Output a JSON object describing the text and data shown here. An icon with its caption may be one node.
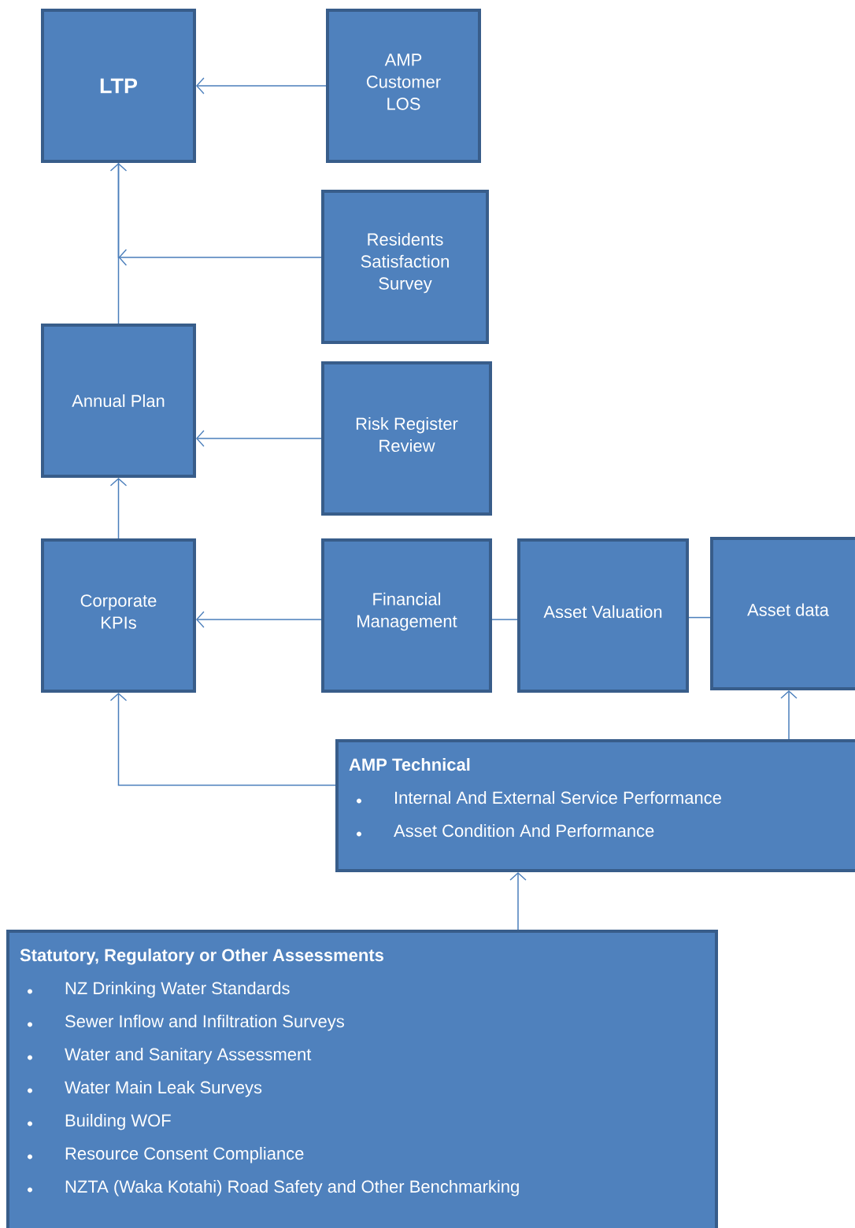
{
  "diagram": {
    "nodes": [
      {
        "text": [
          "LTP"
        ]
      },
      {
        "text": [
          "AMP Customer LOS"
        ]
      },
      {
        "text": [
          "Residents Satisfaction Survey"
        ]
      },
      {
        "text": [
          "Annual Plan"
        ]
      },
      {
        "text": [
          "Risk Register Review"
        ]
      },
      {
        "text": [
          "Corporate KPIs"
        ]
      },
      {
        "text": [
          "Financial Management"
        ]
      },
      {
        "text": [
          "Asset Valuation"
        ]
      },
      {
        "text": [
          "Asset data"
        ]
      },
      {
        "text": [
          "AMP Technical",
          "Internal And External Service Performance",
          "Asset Condition And Performance"
        ]
      },
      {
        "text": [
          "Statutory, Regulatory or Other Assessments",
          "NZ Drinking Water Standards",
          "Sewer Inflow and Infiltration Surveys",
          "Water and Sanitary Assessment",
          "Water Main Leak Surveys",
          "Building WOF",
          "Resource Consent Compliance",
          "NZTA (Waka Kotahi) Road Safety and Other Benchmarking"
        ]
      }
    ],
    "edges": [
      {
        "from": 1,
        "to": 0,
        "arrow": "to"
      },
      {
        "from": 3,
        "to": 0,
        "arrow": "to"
      },
      {
        "from": 2,
        "to": 0,
        "arrow": "to"
      },
      {
        "from": 4,
        "to": 3,
        "arrow": "to"
      },
      {
        "from": 5,
        "to": 3,
        "arrow": "to"
      },
      {
        "from": 6,
        "to": 5,
        "arrow": "to"
      },
      {
        "from": 6,
        "to": 7,
        "arrow": "none"
      },
      {
        "from": 7,
        "to": 8,
        "arrow": "none"
      },
      {
        "from": 9,
        "to": 8,
        "arrow": "to"
      },
      {
        "from": 9,
        "to": 5,
        "arrow": "to"
      },
      {
        "from": 10,
        "to": 9,
        "arrow": "to"
      }
    ]
  }
}
